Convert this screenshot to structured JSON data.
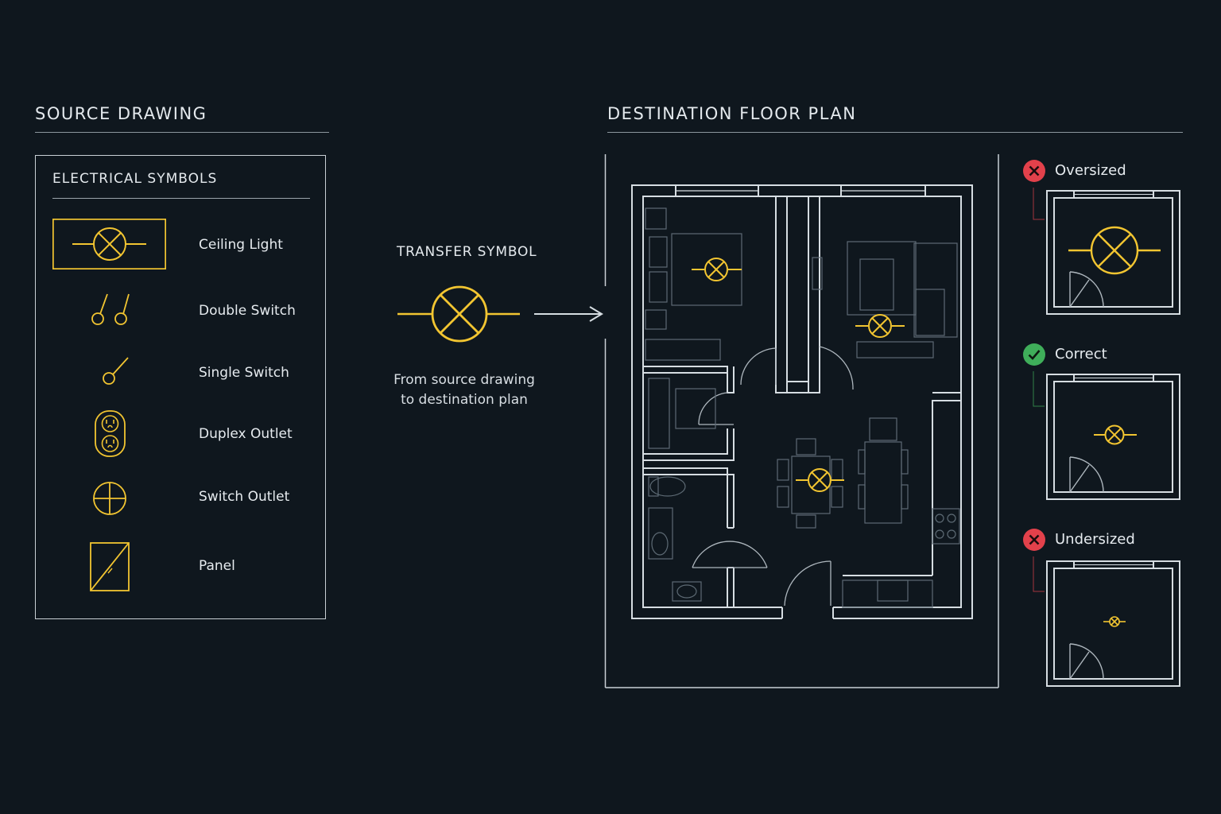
{
  "source": {
    "title": "SOURCE DRAWING",
    "legend_title": "ELECTRICAL SYMBOLS",
    "items": [
      {
        "label": "Ceiling Light",
        "icon": "ceiling-light-icon"
      },
      {
        "label": "Double Switch",
        "icon": "double-switch-icon"
      },
      {
        "label": "Single Switch",
        "icon": "single-switch-icon"
      },
      {
        "label": "Duplex Outlet",
        "icon": "duplex-outlet-icon"
      },
      {
        "label": "Switch Outlet",
        "icon": "switch-outlet-icon"
      },
      {
        "label": "Panel",
        "icon": "panel-icon"
      }
    ]
  },
  "transfer": {
    "title": "TRANSFER SYMBOL",
    "caption_line1": "From source drawing",
    "caption_line2": "to destination plan"
  },
  "destination": {
    "title": "DESTINATION FLOOR PLAN",
    "examples": [
      {
        "label": "Oversized",
        "status": "incorrect"
      },
      {
        "label": "Correct",
        "status": "correct"
      },
      {
        "label": "Undersized",
        "status": "incorrect"
      }
    ]
  },
  "colors": {
    "background": "#0f171e",
    "symbol": "#f2c531",
    "line": "#d6dde2",
    "error": "#e2414b",
    "success": "#3fae5a"
  }
}
